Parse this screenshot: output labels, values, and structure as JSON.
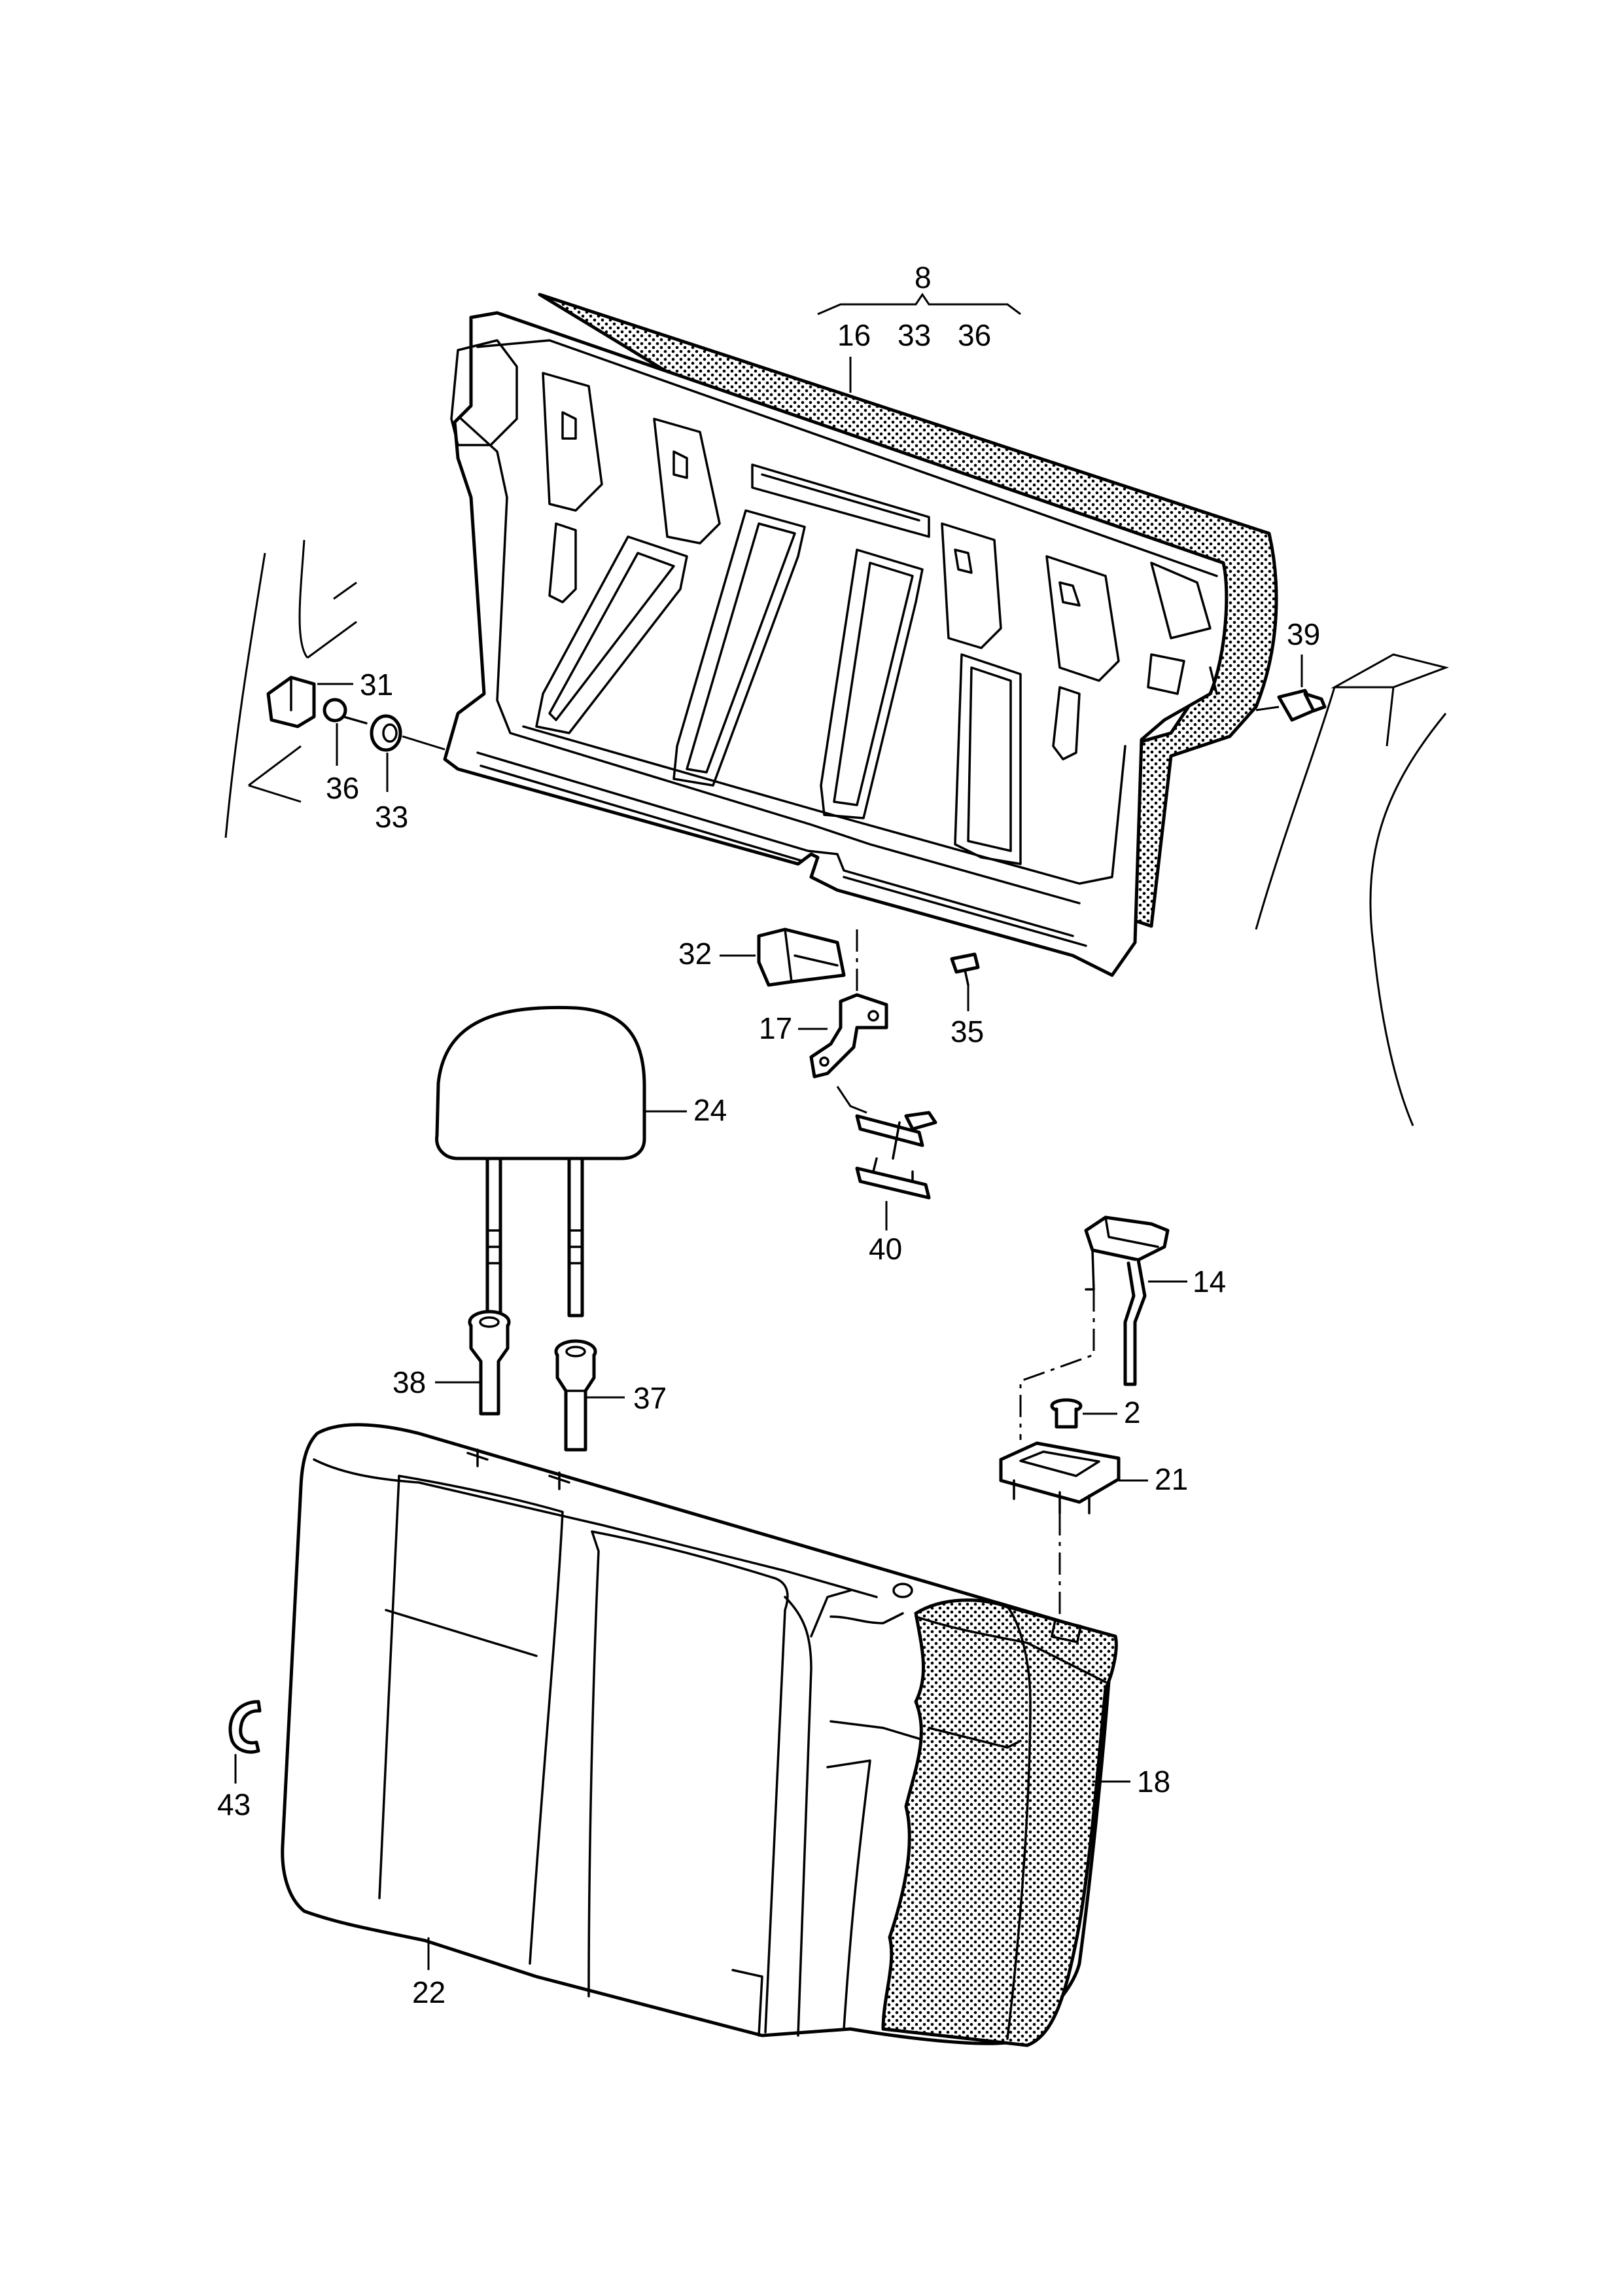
{
  "callouts": {
    "c8": "8",
    "c16": "16",
    "c33_top": "33",
    "c36_top": "36",
    "c39": "39",
    "c31": "31",
    "c36": "36",
    "c33": "33",
    "c32": "32",
    "c17": "17",
    "c35": "35",
    "c24": "24",
    "c40": "40",
    "c14": "14",
    "c38": "38",
    "c37": "37",
    "c2": "2",
    "c21": "21",
    "c43": "43",
    "c18": "18",
    "c22": "22"
  },
  "colors": {
    "line": "#000000",
    "background": "#ffffff"
  }
}
